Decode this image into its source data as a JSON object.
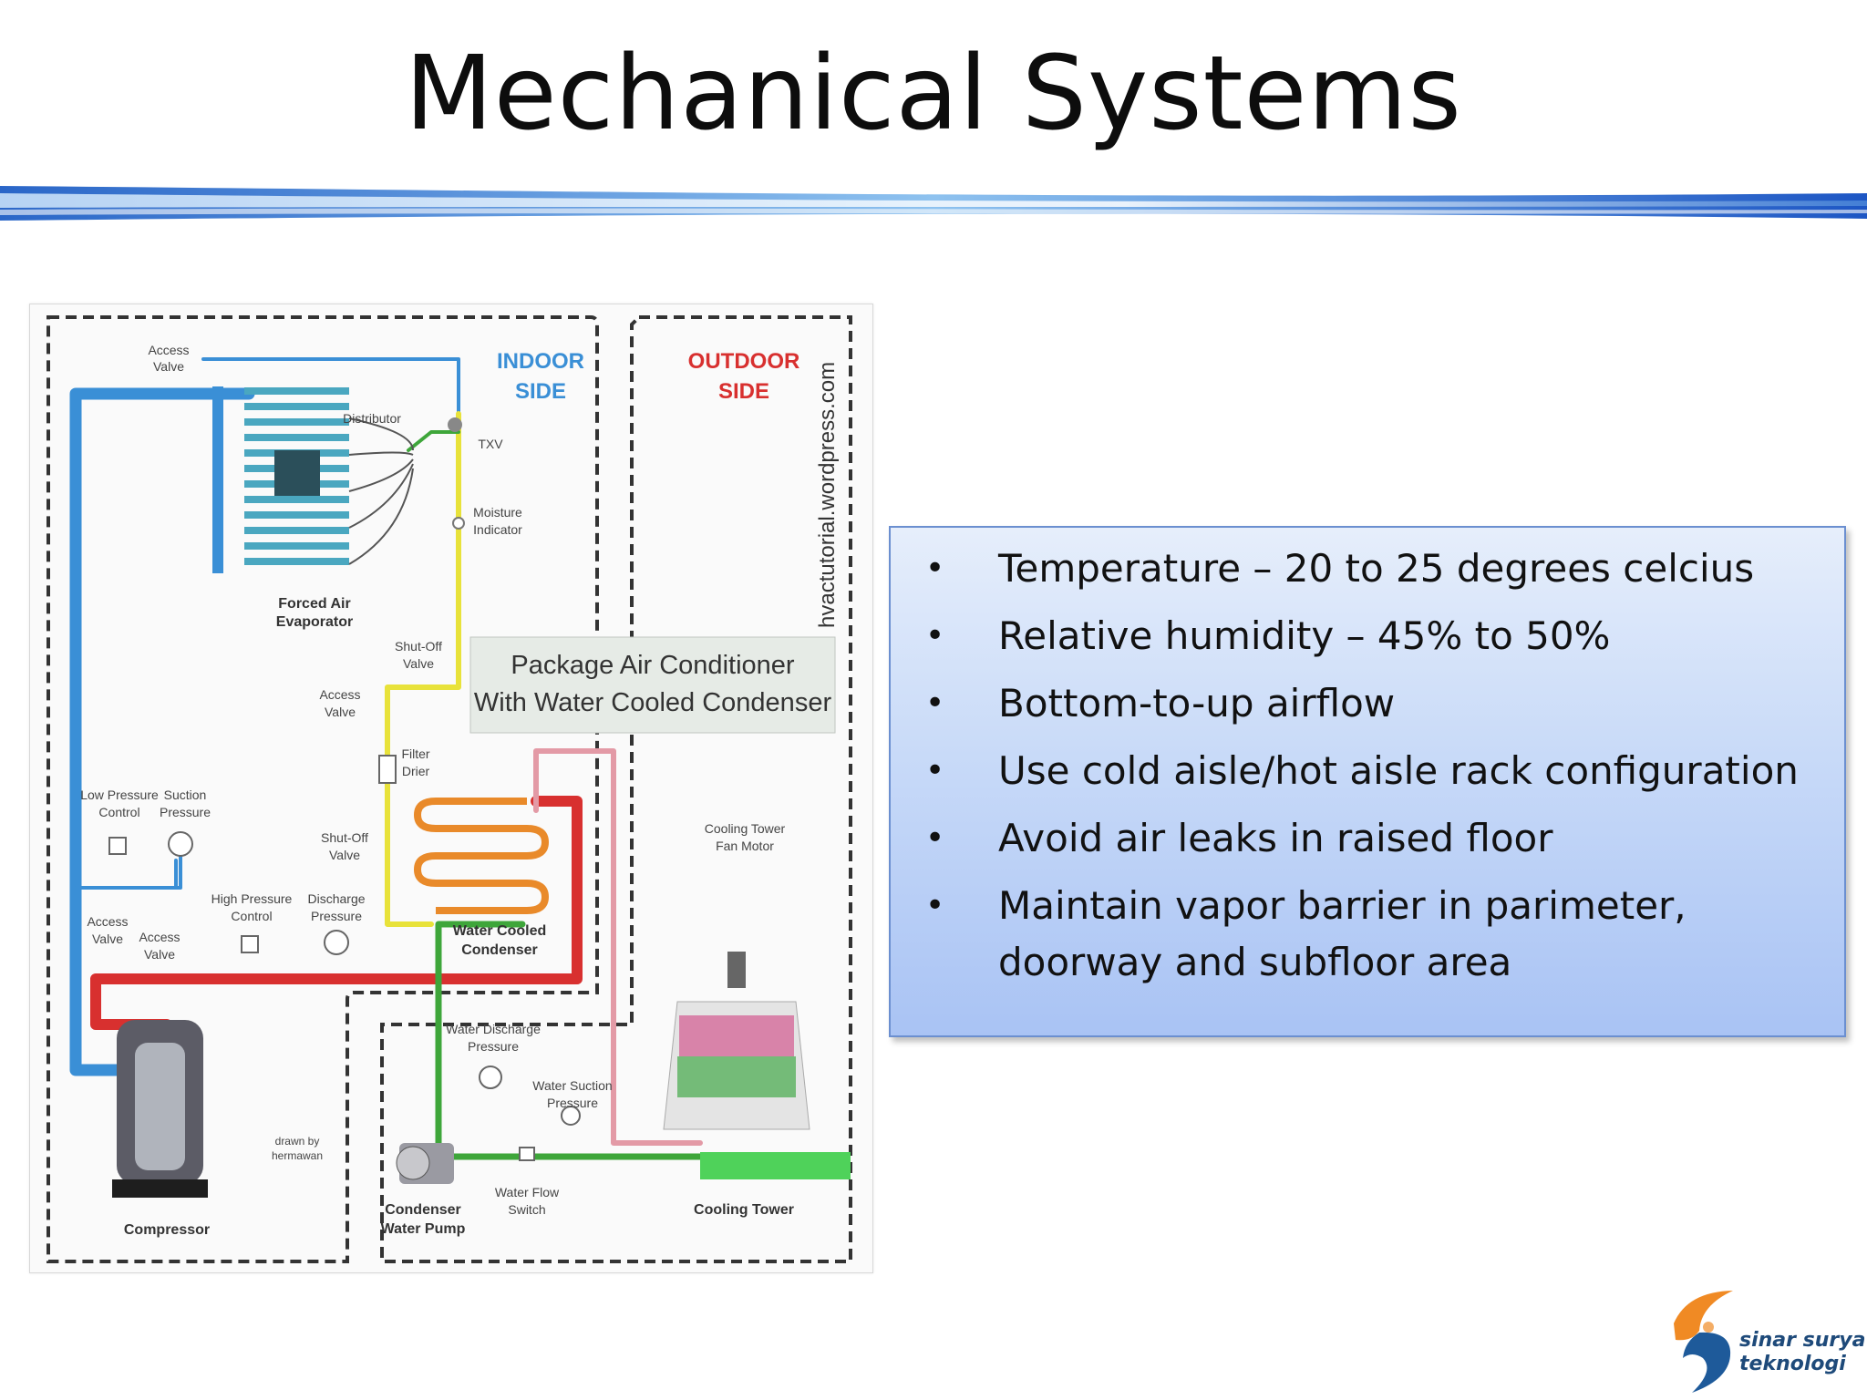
{
  "slide": {
    "title": "Mechanical Systems"
  },
  "diagram": {
    "indoor_label": [
      "INDOOR",
      "SIDE"
    ],
    "outdoor_label": [
      "OUTDOOR",
      "SIDE"
    ],
    "watermark": "hvactutorial.wordpress.com",
    "caption": [
      "Package Air Conditioner",
      "With Water Cooled Condenser"
    ],
    "labels": {
      "access_valve_top": [
        "Access",
        "Valve"
      ],
      "distributor": "Distributor",
      "txv": "TXV",
      "moisture_indicator": [
        "Moisture",
        "Indicator"
      ],
      "forced_air_evaporator": [
        "Forced Air",
        "Evaporator"
      ],
      "shutoff_valve_1": [
        "Shut-Off",
        "Valve"
      ],
      "access_valve_mid": [
        "Access",
        "Valve"
      ],
      "filter_drier": [
        "Filter",
        "Drier"
      ],
      "low_pressure_control": [
        "Low Pressure",
        "Control"
      ],
      "suction_pressure": [
        "Suction",
        "Pressure"
      ],
      "shutoff_valve_2": [
        "Shut-Off",
        "Valve"
      ],
      "high_pressure_control": [
        "High Pressure",
        "Control"
      ],
      "discharge_pressure": [
        "Discharge",
        "Pressure"
      ],
      "water_cooled_condenser": [
        "Water Cooled",
        "Condenser"
      ],
      "access_valve_left": [
        "Access",
        "Valve"
      ],
      "access_valve_left2": [
        "Access",
        "Valve"
      ],
      "cooling_tower_fan_motor": [
        "Cooling Tower",
        "Fan Motor"
      ],
      "water_discharge_pressure": [
        "Water Discharge",
        "Pressure"
      ],
      "water_suction_pressure": [
        "Water Suction",
        "Pressure"
      ],
      "drawn_by": [
        "drawn by",
        "hermawan"
      ],
      "water_flow_switch": [
        "Water Flow",
        "Switch"
      ],
      "compressor": "Compressor",
      "condenser_water_pump": [
        "Condenser",
        "Water Pump"
      ],
      "cooling_tower": "Cooling Tower"
    },
    "colors": {
      "suction_line": "#3a8fd6",
      "discharge_line": "#d8302f",
      "liquid_line": "#e8e23a",
      "water_line": "#3ea63a",
      "return_water": "#e39aa6",
      "indoor_text": "#3a8fd6",
      "outdoor_text": "#d8302f"
    }
  },
  "bullets": [
    "Temperature – 20 to 25 degrees celcius",
    "Relative humidity – 45% to 50%",
    "Bottom-to-up airflow",
    "Use cold aisle/hot aisle rack configuration",
    "Avoid air leaks in raised floor",
    "Maintain vapor barrier in parimeter, doorway and subfloor area"
  ],
  "logo": {
    "line1": "sinar surya",
    "line2": "teknologi",
    "colors": {
      "orange": "#f08a24",
      "blue": "#1e5a9a"
    }
  }
}
